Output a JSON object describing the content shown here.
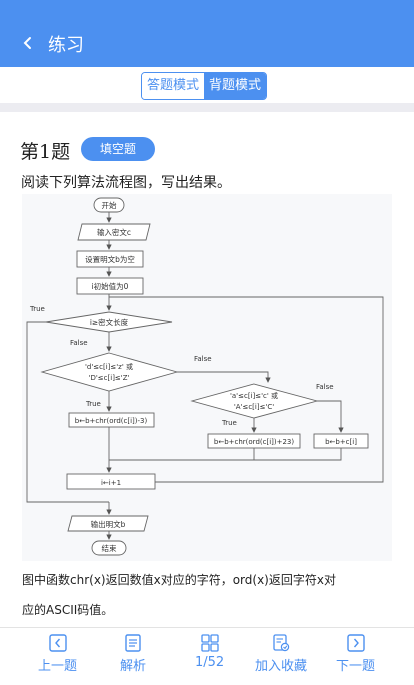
{
  "header": {
    "title": "练习"
  },
  "mode_switch": {
    "answer_mode": "答题模式",
    "memorize_mode": "背题模式"
  },
  "question": {
    "number_label": "第1题",
    "type_badge": "填空题",
    "stem": "阅读下列算法流程图，写出结果。",
    "explain_line1": "图中函数chr(x)返回数值x对应的字符，ord(x)返回字符x对",
    "explain_line2": "应的ASCII码值。"
  },
  "flowchart": {
    "start": "开始",
    "input": "输入密文c",
    "set_plain": "设置明文b为空",
    "init_i": "i初始值为0",
    "cond_len": "i≥密文长度",
    "cond_lower_1": "'d'≤c[i]≤'z' 或",
    "cond_lower_2": "'D'≤c[i]≤'Z'",
    "cond_abc_1": "'a'≤c[i]≤'c' 或",
    "cond_abc_2": "'A'≤c[i]≤'C'",
    "op_minus3": "b←b+chr(ord(c[i])-3)",
    "op_plus23": "b←b+chr(ord(c[i])+23)",
    "op_copy": "b←b+c[i]",
    "op_inc": "i←i+1",
    "output": "输出明文b",
    "end": "结束",
    "true_label": "True",
    "false_label": "False"
  },
  "bottom_nav": {
    "prev": "上一题",
    "analysis": "解析",
    "progress": "1/52",
    "favorite": "加入收藏",
    "next": "下一题"
  },
  "colors": {
    "accent": "#4c90f0",
    "divider": "#ececf1"
  }
}
